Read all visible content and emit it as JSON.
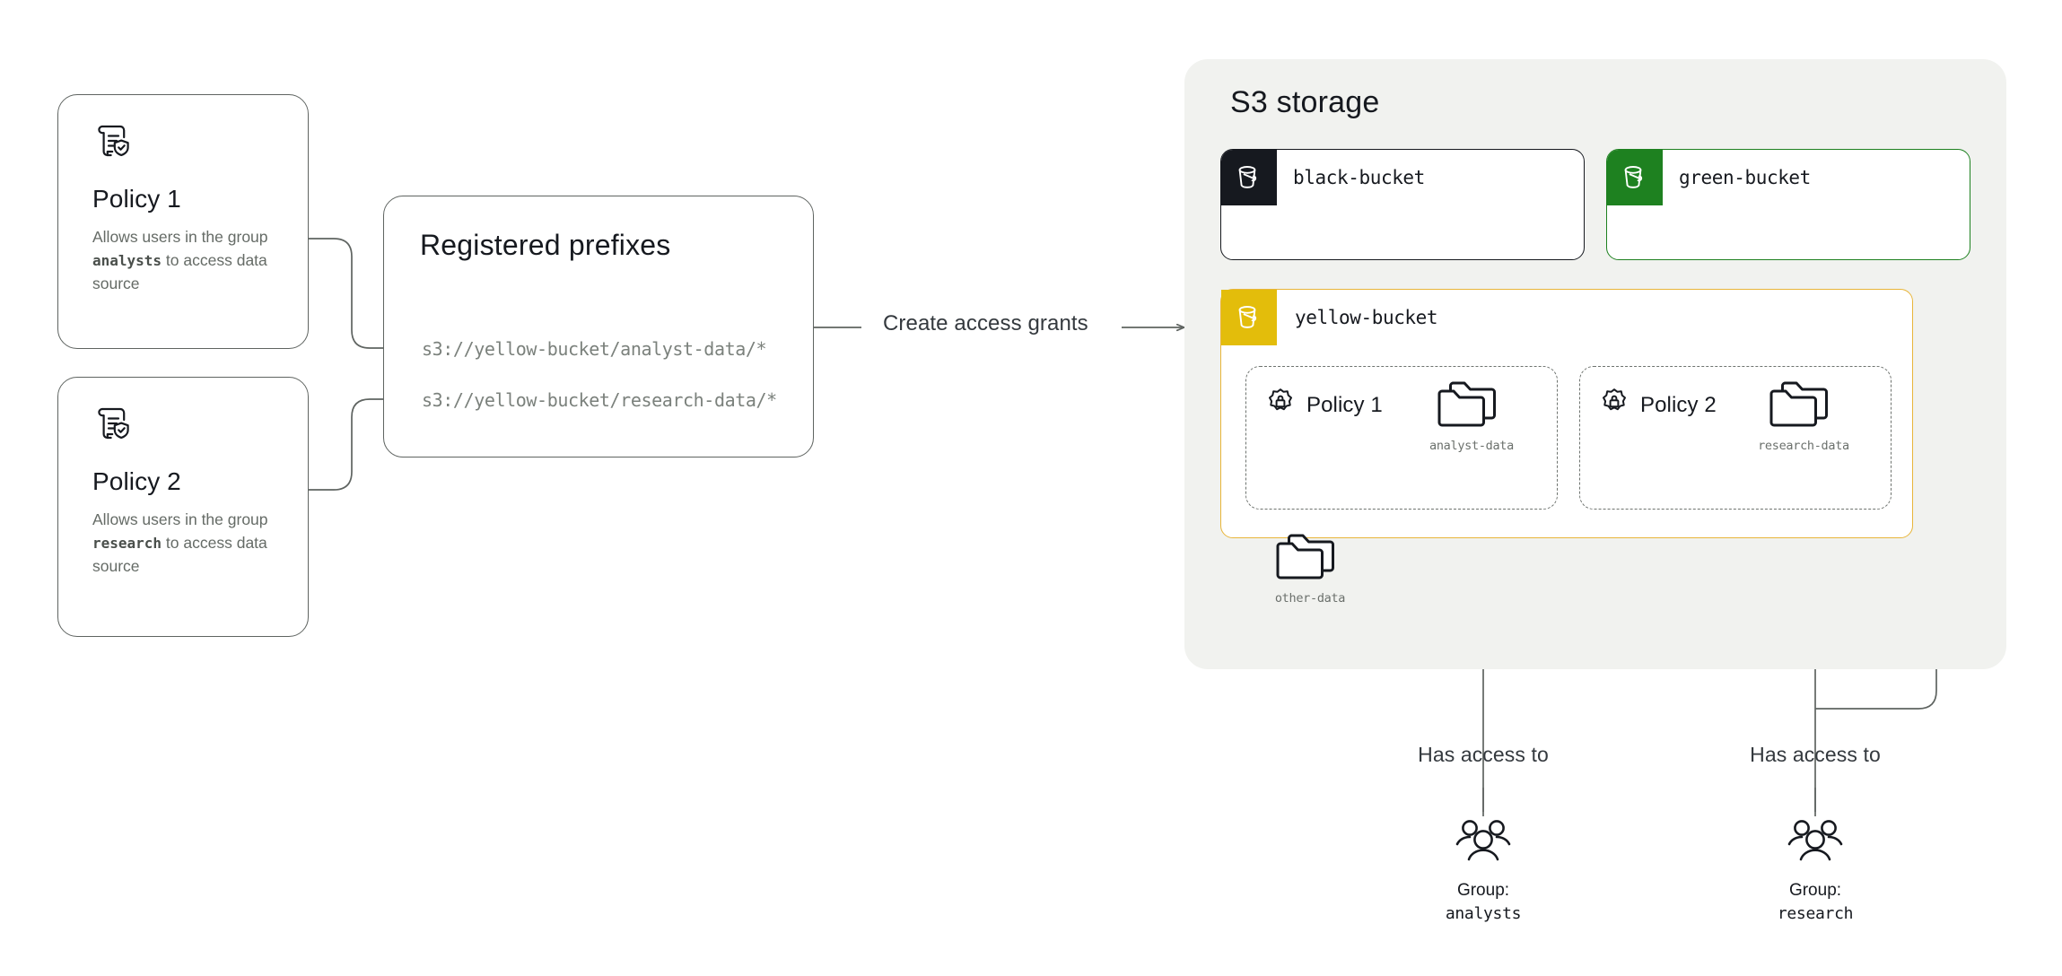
{
  "policies": [
    {
      "title": "Policy 1",
      "desc_pre": "Allows users in the group ",
      "desc_mono": "analysts",
      "desc_post": " to access data source",
      "icon": "policy-document-shield-icon"
    },
    {
      "title": "Policy 2",
      "desc_pre": "Allows users in the group ",
      "desc_mono": "research",
      "desc_post": " to access data source",
      "icon": "policy-document-shield-icon"
    }
  ],
  "prefixes": {
    "title": "Registered prefixes",
    "items": [
      "s3://yellow-bucket/analyst-data/*",
      "s3://yellow-bucket/research-data/*"
    ]
  },
  "connector": {
    "label": "Create access grants"
  },
  "s3": {
    "title": "S3 storage",
    "buckets": [
      {
        "name": "black-bucket",
        "color": "#16191f",
        "border": "#16191f"
      },
      {
        "name": "green-bucket",
        "color": "#1e8120",
        "border": "#1e8120"
      }
    ],
    "yellow_bucket": {
      "name": "yellow-bucket",
      "color": "#e3bd0b",
      "border": "#e8b53a",
      "grants": [
        {
          "policy": "Policy 1",
          "folder": "analyst-data"
        },
        {
          "policy": "Policy 2",
          "folder": "research-data"
        }
      ],
      "other_folder": "other-data"
    }
  },
  "groups": [
    {
      "access_label": "Has access to",
      "prefix": "Group:",
      "name": "analysts"
    },
    {
      "access_label": "Has access to",
      "prefix": "Group:",
      "name": "research"
    }
  ],
  "colors": {
    "line": "#5f6461",
    "panel_bg": "#f1f2ef",
    "muted_text": "#6b706c",
    "yellow": "#e3bd0b",
    "green": "#1e8120",
    "black": "#16191f"
  }
}
